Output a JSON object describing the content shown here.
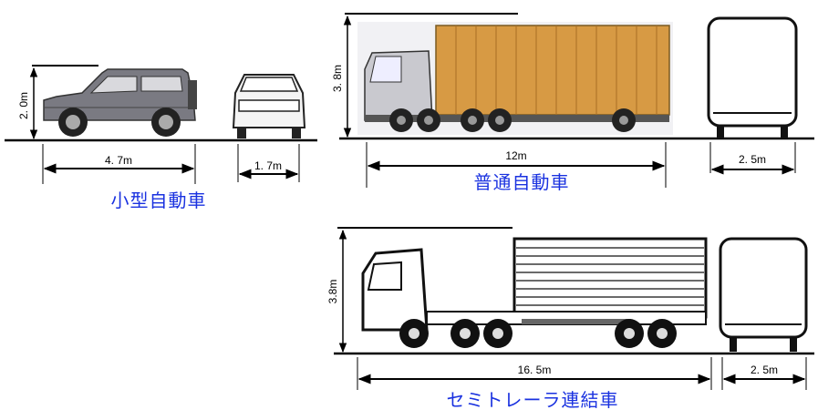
{
  "small_car": {
    "caption": "小型自動車",
    "height": "2. 0m",
    "length": "4. 7m",
    "width": "1. 7m"
  },
  "ordinary_truck": {
    "caption": "普通自動車",
    "height": "3. 8m",
    "length": "12m",
    "width": "2. 5m"
  },
  "semi_trailer": {
    "caption": "セミトレーラ連結車",
    "height": "3.8m",
    "length": "16. 5m",
    "width": "2. 5m"
  },
  "colors": {
    "caption": "#1a32e0",
    "line": "#000000",
    "cargo": "#d79a44",
    "car_body": "#7a7a82"
  }
}
